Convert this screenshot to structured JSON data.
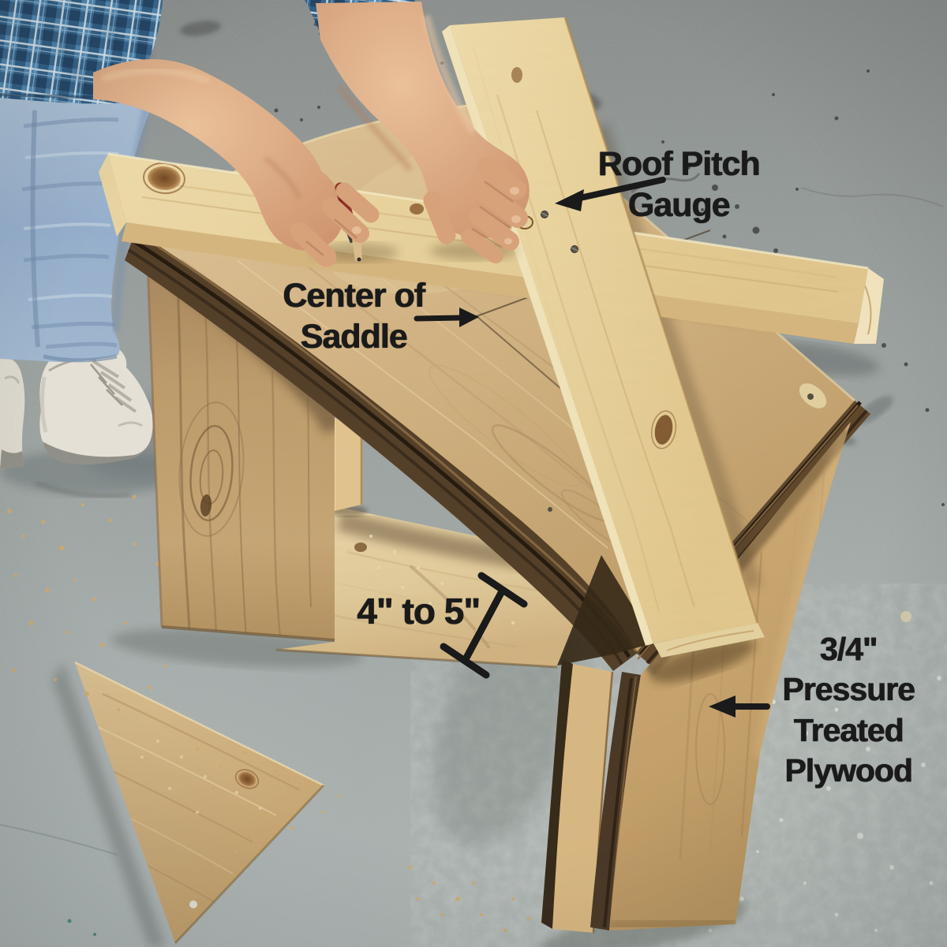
{
  "annotations": {
    "roof_pitch_gauge": "Roof Pitch\nGauge",
    "center_of_saddle": "Center of\nSaddle",
    "edge_width_dimension": "4\" to 5\"",
    "plywood_spec": "3/4\"\nPressure\nTreated\nPlywood"
  },
  "palette": {
    "annotation_color": "#1a1a1a",
    "floor_gray": "#99a1a2",
    "plywood_tan": "#d0b080",
    "pine_light": "#eedcab",
    "denim_blue": "#9db6d2",
    "plaid_blue": "#3f7db3"
  }
}
